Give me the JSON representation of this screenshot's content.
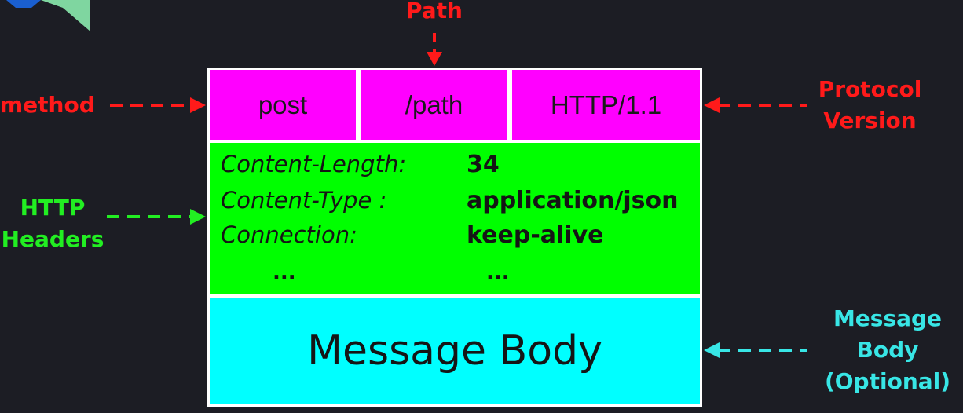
{
  "diagram": {
    "start_line": {
      "method": "post",
      "path": "/path",
      "protocol": "HTTP/1.1"
    },
    "headers": [
      {
        "key": "Content-Length:",
        "value": "34"
      },
      {
        "key": "Content-Type :",
        "value": "application/json"
      },
      {
        "key": "Connection:",
        "value": "keep-alive"
      }
    ],
    "headers_ellipsis_key": "...",
    "headers_ellipsis_value": "...",
    "body": "Message Body"
  },
  "labels": {
    "path": "Path",
    "method": "method",
    "protocol_line1": "Protocol",
    "protocol_line2": "Version",
    "headers_line1": "HTTP",
    "headers_line2": "Headers",
    "body_line1": "Message",
    "body_line2": "Body",
    "body_line3": "(Optional)"
  },
  "colors": {
    "background": "#1c1d24",
    "start_line": "#ff00ff",
    "headers": "#00ff00",
    "body": "#00ffff",
    "red_label": "#ff1a1a",
    "green_label": "#22ee22",
    "cyan_label": "#38e6e6"
  },
  "icons": [
    "logo-icon"
  ]
}
